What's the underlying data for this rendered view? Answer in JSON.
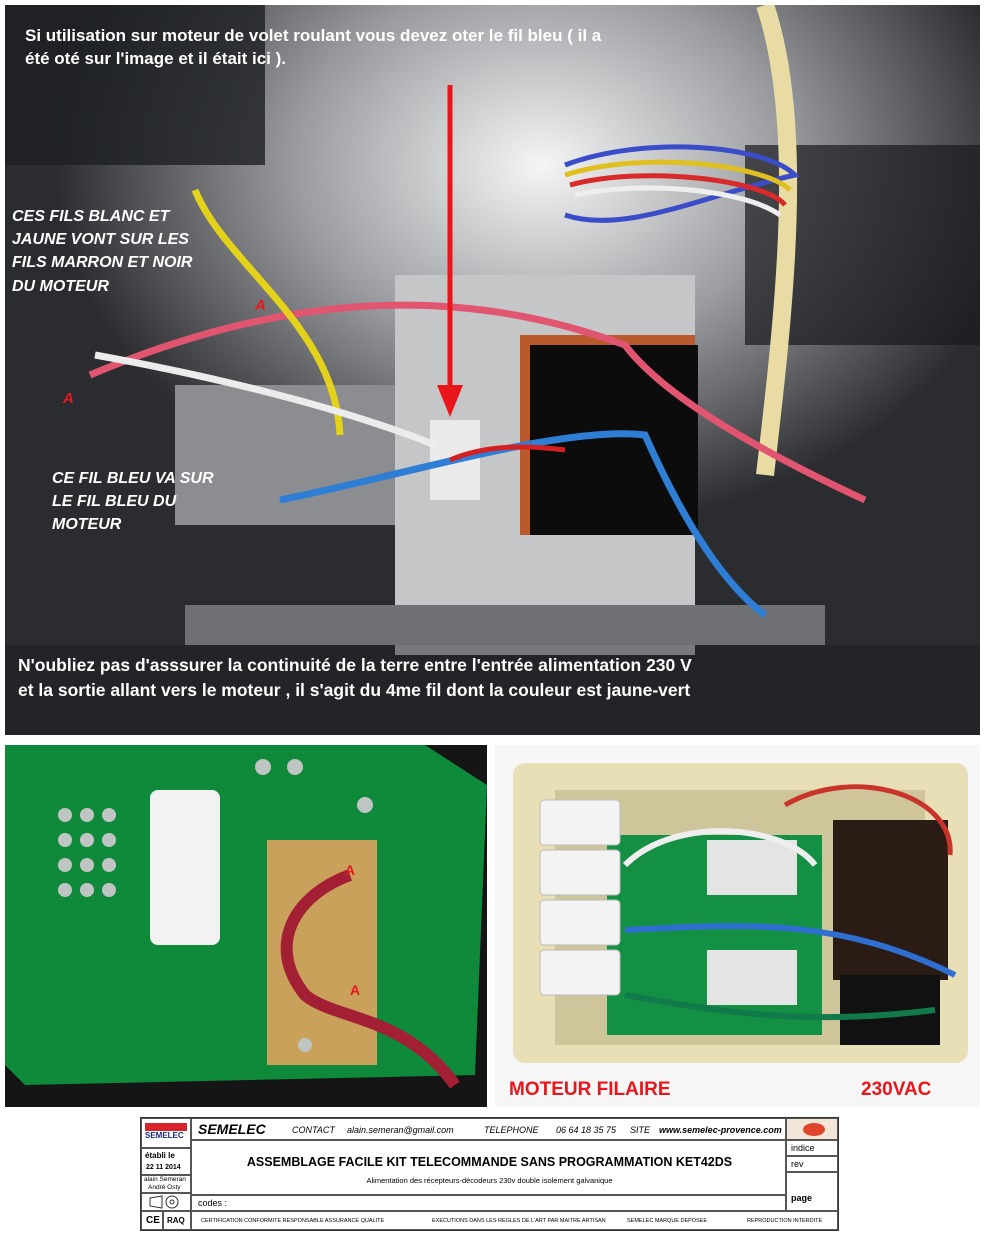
{
  "top_photo": {
    "note_top": "Si utilisation sur moteur de volet roulant vous devez oter le fil bleu ( il a été oté sur l'image et il était ici ).",
    "note_wires": [
      "CES FILS BLANC ET",
      "JAUNE VONT SUR LES",
      "FILS MARRON ET NOIR",
      "DU MOTEUR"
    ],
    "note_blue": [
      "CE FIL BLEU  VA SUR",
      "LE FIL BLEU DU",
      "MOTEUR"
    ],
    "note_earth": [
      "N'oubliez pas d'asssurer la continuité de la terre entre l'entrée alimentation 230 V",
      "et la sortie allant vers le moteur , il s'agit du 4me fil dont la couleur est jaune-vert"
    ],
    "marker_a": "A"
  },
  "left_photo": {
    "marker_a": "A"
  },
  "right_photo": {
    "label_left": "MOTEUR FILAIRE",
    "label_right": "230VAC"
  },
  "title_block": {
    "company": "SEMELEC",
    "logo_text": "SEMELEC",
    "contact_label": "CONTACT",
    "contact_email": "alain.semeran@gmail.com",
    "telephone_label": "TELEPHONE",
    "telephone": "06 64 18 35 75",
    "site_label": "SITE",
    "site": "www.semelec-provence.com",
    "etabli_label": "établi le",
    "etabli_date": "22 11  2014",
    "authors": [
      "alain Semeran",
      "André Osty"
    ],
    "title": "ASSEMBLAGE FACILE KIT TELECOMMANDE SANS PROGRAMMATION KET42DS",
    "subtitle": "Alimentation des récepteurs-décodeurs   230v  double isolement galvanique",
    "codes_label": "codes :",
    "indice_label": "indice",
    "rev_label": "rev",
    "page_label": "page",
    "ce_label": "CE",
    "raq_label": "RAQ",
    "footer": [
      "CERTIFICATION CONFORMITE RESPONSABLE ASSURANCE QUALITE",
      "EXECUTIONS DANS LES REGLES DE L'ART PAR MAITRE ARTISAN",
      "SEMELEC MARQUE DEPOSEE",
      "REPRODUCTION INTERDITE"
    ]
  }
}
